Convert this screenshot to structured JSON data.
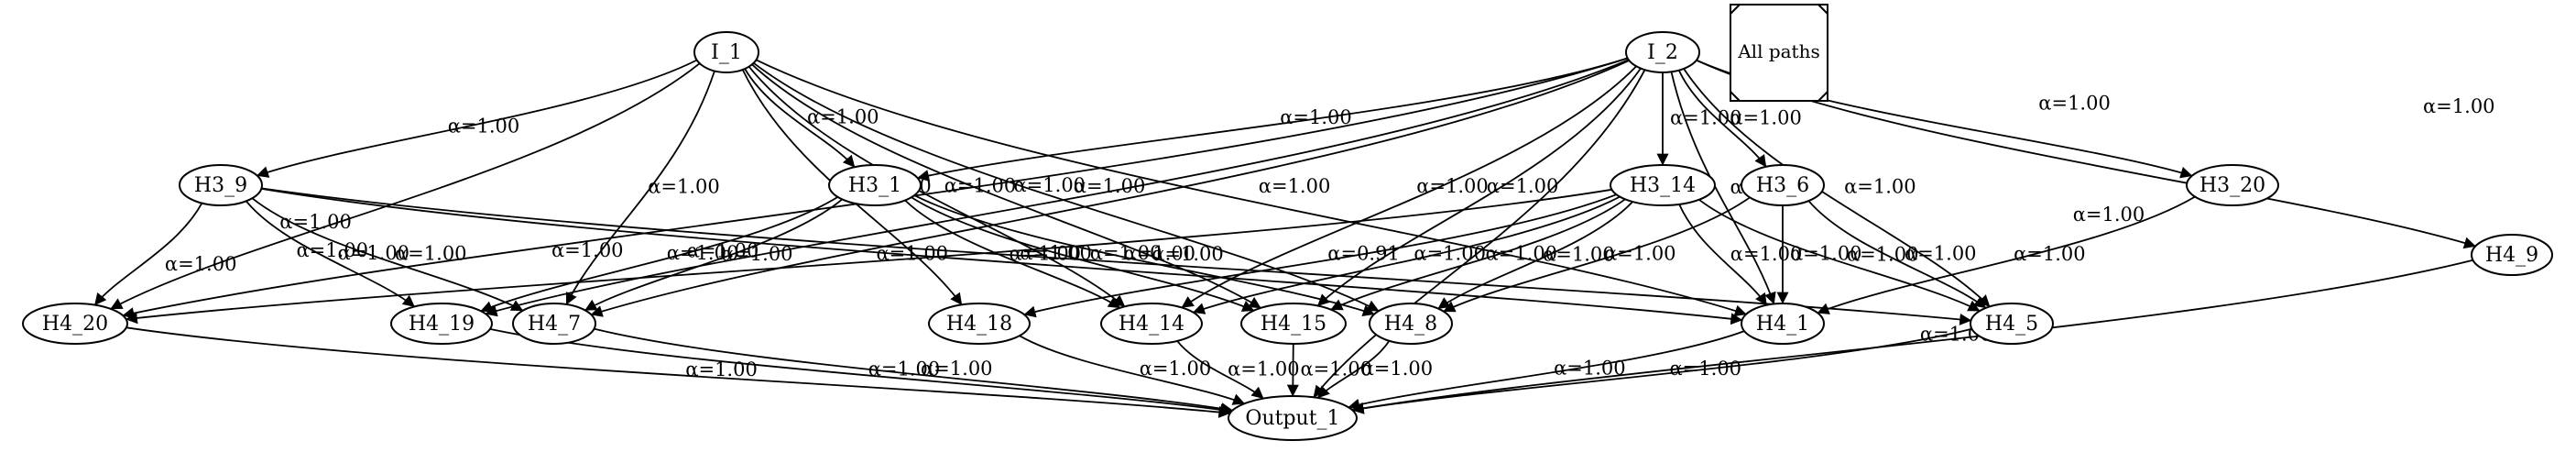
{
  "diagram": {
    "legend": {
      "label": "All paths"
    },
    "nodes": {
      "I_1": "I_1",
      "I_2": "I_2",
      "H3_9": "H3_9",
      "H3_1": "H3_1",
      "H3_14": "H3_14",
      "H3_6": "H3_6",
      "H3_20": "H3_20",
      "H4_9": "H4_9",
      "H4_20": "H4_20",
      "H4_19": "H4_19",
      "H4_7": "H4_7",
      "H4_18": "H4_18",
      "H4_14": "H4_14",
      "H4_15": "H4_15",
      "H4_8": "H4_8",
      "H4_1": "H4_1",
      "H4_5": "H4_5",
      "Output_1": "Output_1"
    },
    "edges": [
      {
        "from": "I_1",
        "to": "H4_20",
        "label": "α=1.00"
      },
      {
        "from": "I_1",
        "to": "H3_9",
        "label": "α=1.00"
      },
      {
        "from": "I_1",
        "to": "H4_7",
        "label": "α=1.00"
      },
      {
        "from": "I_1",
        "to": "H4_18",
        "label": "α=1.00"
      },
      {
        "from": "I_1",
        "to": "H4_14",
        "label": "α=1.00"
      },
      {
        "from": "I_1",
        "to": "H3_1",
        "label": "α=1.00"
      },
      {
        "from": "I_1",
        "to": "H4_15",
        "label": "α=1.00"
      },
      {
        "from": "I_1",
        "to": "H4_8",
        "label": "α=1.00"
      },
      {
        "from": "I_1",
        "to": "H4_1",
        "label": "α=1.00"
      },
      {
        "from": "I_2",
        "to": "H4_20",
        "label": "α=1.00"
      },
      {
        "from": "I_2",
        "to": "H4_19",
        "label": "α=1.00"
      },
      {
        "from": "I_2",
        "to": "H4_7",
        "label": "α=1.00"
      },
      {
        "from": "I_2",
        "to": "H3_1",
        "label": "α=1.00"
      },
      {
        "from": "I_2",
        "to": "H4_14",
        "label": "α=1.00"
      },
      {
        "from": "I_2",
        "to": "H4_15",
        "label": "α=1.00"
      },
      {
        "from": "I_2",
        "to": "H3_14",
        "label": "α=1.00"
      },
      {
        "from": "I_2",
        "to": "H3_6",
        "label": "α=1.00"
      },
      {
        "from": "I_2",
        "to": "H3_20",
        "label": "α=1.00"
      },
      {
        "from": "I_2",
        "to": "H4_1",
        "label": "α=1.00"
      },
      {
        "from": "I_2",
        "to": "H4_5",
        "label": "α=1.00"
      },
      {
        "from": "I_2",
        "to": "H4_9",
        "label": "α=1.00"
      },
      {
        "from": "I_2",
        "to": "Output_1",
        "label": "α=1.00"
      },
      {
        "from": "H3_9",
        "to": "H4_20",
        "label": "α=1.00"
      },
      {
        "from": "H3_9",
        "to": "H4_19",
        "label": "α=1.00"
      },
      {
        "from": "H3_9",
        "to": "H4_7",
        "label": "α=1.00"
      },
      {
        "from": "H3_9",
        "to": "H4_1",
        "label": "α=1.00"
      },
      {
        "from": "H3_9",
        "to": "H4_5",
        "label": "α=1.00"
      },
      {
        "from": "H3_1",
        "to": "H4_19",
        "label": "α=1.00"
      },
      {
        "from": "H3_1",
        "to": "H4_7",
        "label": "α=1.00"
      },
      {
        "from": "H3_1",
        "to": "H4_14",
        "label": "α=1.00"
      },
      {
        "from": "H3_1",
        "to": "H4_15",
        "label": "α=1.00"
      },
      {
        "from": "H3_1",
        "to": "H4_8",
        "label": "α=1.00"
      },
      {
        "from": "H3_14",
        "to": "H4_20",
        "label": "α=1.00"
      },
      {
        "from": "H3_14",
        "to": "H4_18",
        "label": "α=0.91"
      },
      {
        "from": "H3_14",
        "to": "H4_14",
        "label": "α=1.00"
      },
      {
        "from": "H3_14",
        "to": "H4_15",
        "label": "α=1.00"
      },
      {
        "from": "H3_14",
        "to": "H4_8",
        "label": "α=1.00"
      },
      {
        "from": "H3_14",
        "to": "H4_1",
        "label": "α=1.00"
      },
      {
        "from": "H3_14",
        "to": "H4_5",
        "label": "α=1.00"
      },
      {
        "from": "H3_6",
        "to": "H4_8",
        "label": "α=1.00"
      },
      {
        "from": "H3_6",
        "to": "H4_1",
        "label": "α=1.00"
      },
      {
        "from": "H3_6",
        "to": "H4_5",
        "label": "α=1.00"
      },
      {
        "from": "H3_20",
        "to": "H4_1",
        "label": "α=1.00"
      },
      {
        "from": "H4_20",
        "to": "Output_1",
        "label": "α=1.00"
      },
      {
        "from": "H4_19",
        "to": "Output_1",
        "label": "α=1.00"
      },
      {
        "from": "H4_7",
        "to": "Output_1",
        "label": "α=1.00"
      },
      {
        "from": "H4_18",
        "to": "Output_1",
        "label": "α=1.00"
      },
      {
        "from": "H4_14",
        "to": "Output_1",
        "label": "α=1.00"
      },
      {
        "from": "H4_15",
        "to": "Output_1",
        "label": "α=1.00"
      },
      {
        "from": "H4_8",
        "to": "Output_1",
        "label": "α=1.00"
      },
      {
        "from": "H4_1",
        "to": "Output_1",
        "label": "α=1.00"
      },
      {
        "from": "H4_5",
        "to": "Output_1",
        "label": "α=1.00"
      },
      {
        "from": "H4_9",
        "to": "Output_1",
        "label": "α=1.00"
      }
    ]
  }
}
